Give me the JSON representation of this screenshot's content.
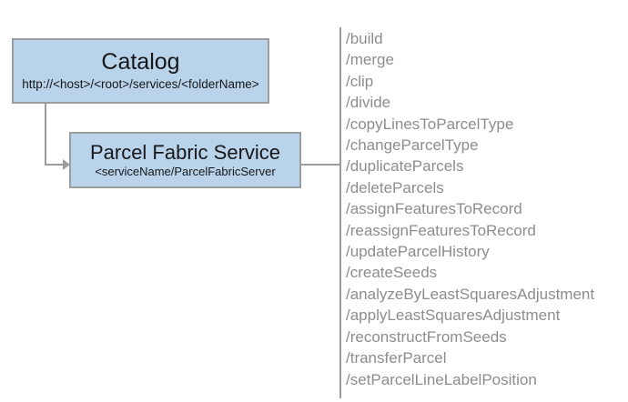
{
  "diagram": {
    "nodes": [
      {
        "id": "catalog",
        "title": "Catalog",
        "subtitle": "http://<host>/<root>/services/<folderName>"
      },
      {
        "id": "parcel-fabric-service",
        "title": "Parcel Fabric Service",
        "subtitle": "<serviceName/ParcelFabricServer"
      }
    ],
    "operations": [
      "/build",
      "/merge",
      "/clip",
      "/divide",
      "/copyLinesToParcelType",
      "/changeParcelType",
      "/duplicateParcels",
      "/deleteParcels",
      "/assignFeaturesToRecord",
      "/reassignFeaturesToRecord",
      "/updateParcelHistory",
      "/createSeeds",
      "/analyzeByLeastSquaresAdjustment",
      "/applyLeastSquaresAdjustment",
      "/reconstructFromSeeds",
      "/transferParcel",
      "/setParcelLineLabelPosition"
    ],
    "colors": {
      "node_fill": "#b9d3ea",
      "node_border": "#9d9d9d",
      "connector": "#9d9d9d",
      "operation_text": "#8d8d8d",
      "node_text": "#17171a",
      "background": "#ffffff"
    }
  }
}
